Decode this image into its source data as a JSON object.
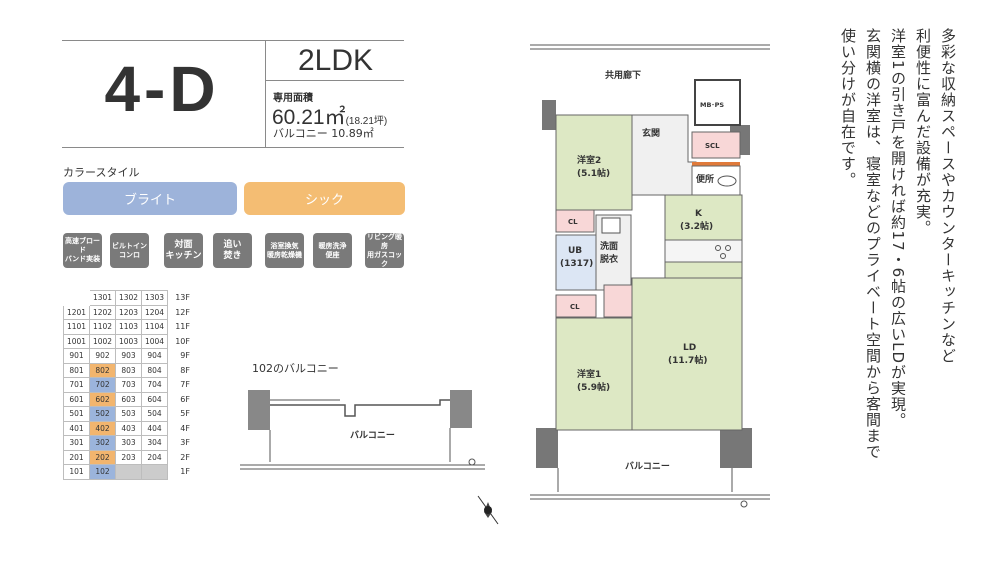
{
  "unit": {
    "name": "4-D",
    "layout_type": "2LDK",
    "area_label": "専用面積",
    "area_value": "60.21㎡",
    "area_tsubo": "(18.21坪)",
    "balcony_area": "バルコニー 10.89㎡"
  },
  "color_style": {
    "label": "カラースタイル",
    "options": [
      "ブライト",
      "シック"
    ],
    "colors": {
      "bright": "#9db3da",
      "chic": "#f4bd73"
    }
  },
  "features": [
    "高速ブロード\nバンド実装",
    "ビルトイン\nコンロ",
    "対面\nキッチン",
    "追い\n焚き",
    "浴室換気\n暖房乾燥機",
    "暖房洗浄\n便座",
    "リビング暖房\n用ガスコック"
  ],
  "floors": [
    {
      "floor": "13F",
      "units": [
        "",
        "1301",
        "1302",
        "1303"
      ]
    },
    {
      "floor": "12F",
      "units": [
        "1201",
        "1202",
        "1203",
        "1204"
      ]
    },
    {
      "floor": "11F",
      "units": [
        "1101",
        "1102",
        "1103",
        "1104"
      ]
    },
    {
      "floor": "10F",
      "units": [
        "1001",
        "1002",
        "1003",
        "1004"
      ]
    },
    {
      "floor": "9F",
      "units": [
        "901",
        "902",
        "903",
        "904"
      ]
    },
    {
      "floor": "8F",
      "units": [
        "801",
        "802",
        "803",
        "804"
      ]
    },
    {
      "floor": "7F",
      "units": [
        "701",
        "702",
        "703",
        "704"
      ]
    },
    {
      "floor": "6F",
      "units": [
        "601",
        "602",
        "603",
        "604"
      ]
    },
    {
      "floor": "5F",
      "units": [
        "501",
        "502",
        "503",
        "504"
      ]
    },
    {
      "floor": "4F",
      "units": [
        "401",
        "402",
        "403",
        "404"
      ]
    },
    {
      "floor": "3F",
      "units": [
        "301",
        "302",
        "303",
        "304"
      ]
    },
    {
      "floor": "2F",
      "units": [
        "201",
        "202",
        "203",
        "204"
      ]
    },
    {
      "floor": "1F",
      "units": [
        "101",
        "102",
        "",
        ""
      ]
    }
  ],
  "balcony_102": {
    "title": "102のバルコニー",
    "label": "バルコニー"
  },
  "floorplan": {
    "corridor": "共用廊下",
    "mbps": "MB･PS",
    "entrance": "玄関",
    "scl": "SCL",
    "toilet": "便所",
    "room2": "洋室2",
    "room2_size": "(5.1帖)",
    "kitchen": "K",
    "kitchen_size": "(3.2帖)",
    "cl_upper": "CL",
    "cl_lower": "CL",
    "ub": "UB",
    "ub_size": "(1317)",
    "washroom": "洗面",
    "washroom2": "脱衣",
    "ld": "LD",
    "ld_size": "(11.7帖)",
    "room1": "洋室1",
    "room1_size": "(5.9帖)",
    "balcony": "バルコニー"
  },
  "description": [
    "多彩な収納スペースやカウンターキッチンなど",
    "利便性に富んだ設備が充実。",
    "洋室1の引き戸を開ければ約17・6帖の広いLDが実現。",
    "玄関横の洋室は、寝室などのプライベート空間から客間まで",
    "使い分けが自在です。"
  ]
}
